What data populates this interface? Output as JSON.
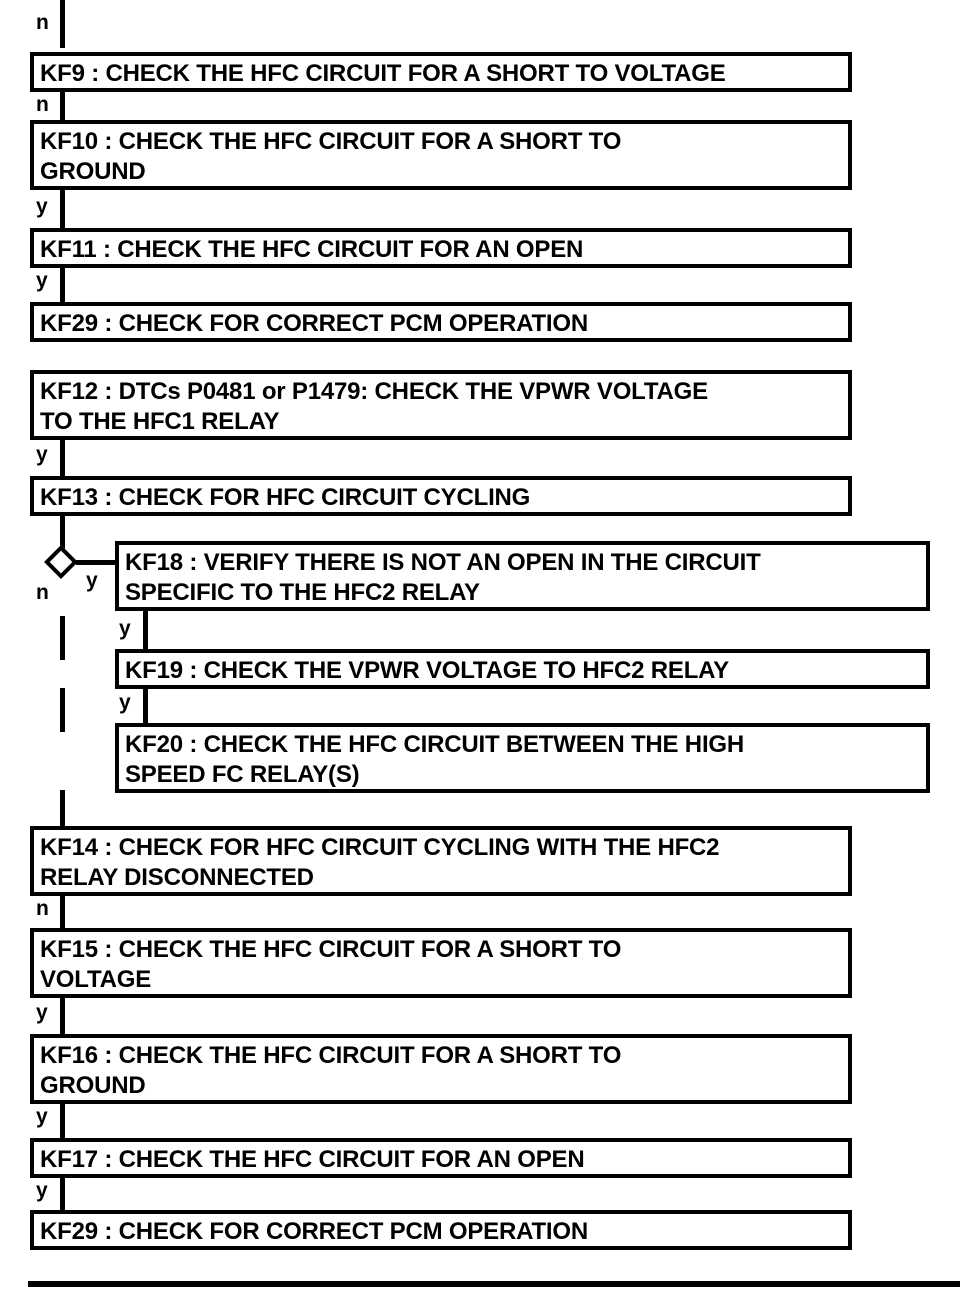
{
  "diagram": {
    "type": "flowchart",
    "title_text": "",
    "colors": {
      "ink": "#000000",
      "paper": "#ffffff"
    },
    "nodes": [
      {
        "id": "KF9",
        "text": "KF9 : CHECK THE HFC CIRCUIT FOR A SHORT TO VOLTAGE"
      },
      {
        "id": "KF10",
        "text": "KF10 : CHECK THE HFC CIRCUIT FOR A SHORT TO\nGROUND"
      },
      {
        "id": "KF11",
        "text": "KF11 : CHECK THE HFC CIRCUIT FOR AN OPEN"
      },
      {
        "id": "KF29a",
        "text": "KF29 : CHECK FOR CORRECT PCM OPERATION"
      },
      {
        "id": "KF12",
        "text": "KF12 : DTCs P0481 or P1479: CHECK THE VPWR VOLTAGE\nTO THE HFC1 RELAY"
      },
      {
        "id": "KF13",
        "text": "KF13 : CHECK FOR HFC CIRCUIT CYCLING"
      },
      {
        "id": "KF18",
        "text": "KF18 : VERIFY THERE IS NOT AN OPEN IN THE CIRCUIT\nSPECIFIC TO THE HFC2 RELAY"
      },
      {
        "id": "KF19",
        "text": "KF19 : CHECK THE VPWR VOLTAGE TO HFC2 RELAY"
      },
      {
        "id": "KF20",
        "text": "KF20 : CHECK THE HFC CIRCUIT BETWEEN THE HIGH\nSPEED FC RELAY(S)"
      },
      {
        "id": "KF14",
        "text": "KF14 : CHECK FOR HFC CIRCUIT CYCLING WITH THE HFC2\nRELAY DISCONNECTED"
      },
      {
        "id": "KF15",
        "text": "KF15 : CHECK THE HFC CIRCUIT FOR A SHORT TO\nVOLTAGE"
      },
      {
        "id": "KF16",
        "text": "KF16 : CHECK THE HFC CIRCUIT FOR A SHORT TO\nGROUND"
      },
      {
        "id": "KF17",
        "text": "KF17 : CHECK THE HFC CIRCUIT FOR AN OPEN"
      },
      {
        "id": "KF29b",
        "text": "KF29 : CHECK FOR CORRECT PCM OPERATION"
      }
    ],
    "edge_labels": [
      {
        "id": "e-top-kf9",
        "label": "n"
      },
      {
        "id": "e-kf9-kf10",
        "label": "n"
      },
      {
        "id": "e-kf10-kf11",
        "label": "y"
      },
      {
        "id": "e-kf11-kf29a",
        "label": "y"
      },
      {
        "id": "e-kf12-kf13",
        "label": "y"
      },
      {
        "id": "e-decision-no",
        "label": "n"
      },
      {
        "id": "e-decision-yes",
        "label": "y"
      },
      {
        "id": "e-kf18-kf19",
        "label": "y"
      },
      {
        "id": "e-kf19-kf20",
        "label": "y"
      },
      {
        "id": "e-kf14-kf15",
        "label": "n"
      },
      {
        "id": "e-kf15-kf16",
        "label": "y"
      },
      {
        "id": "e-kf16-kf17",
        "label": "y"
      },
      {
        "id": "e-kf17-kf29b",
        "label": "y"
      }
    ]
  }
}
